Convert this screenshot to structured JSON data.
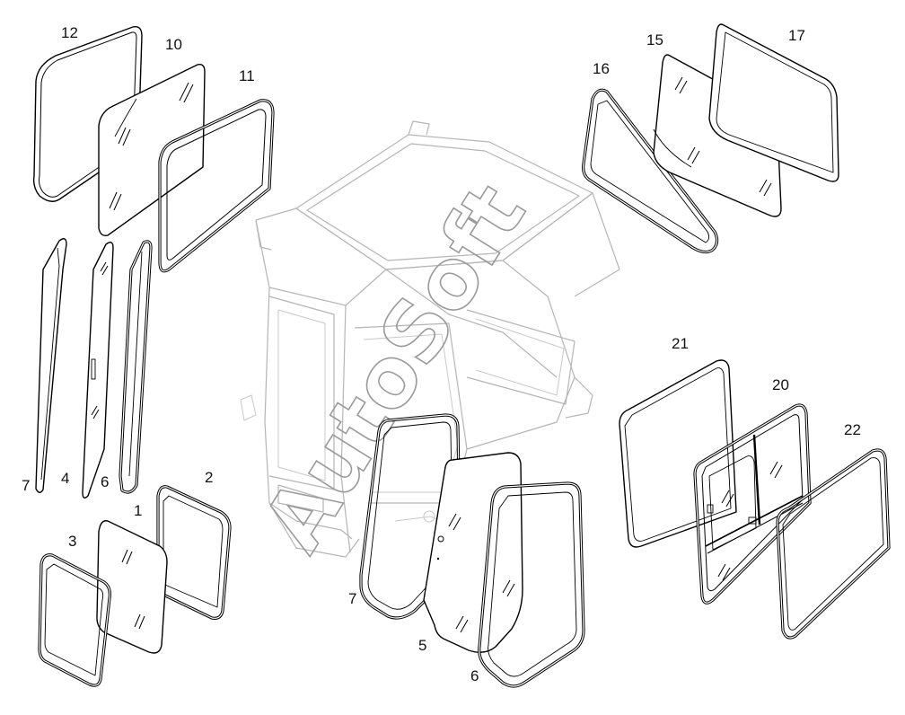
{
  "watermark": "AutoSoft",
  "top_mark": "",
  "callouts": [
    {
      "id": "c12",
      "text": "12"
    },
    {
      "id": "c10",
      "text": "10"
    },
    {
      "id": "c11",
      "text": "11"
    },
    {
      "id": "c16",
      "text": "16"
    },
    {
      "id": "c15",
      "text": "15"
    },
    {
      "id": "c17",
      "text": "17"
    },
    {
      "id": "c7a",
      "text": "7"
    },
    {
      "id": "c4",
      "text": "4"
    },
    {
      "id": "c6a",
      "text": "6"
    },
    {
      "id": "c2",
      "text": "2"
    },
    {
      "id": "c1",
      "text": "1"
    },
    {
      "id": "c3",
      "text": "3"
    },
    {
      "id": "c21",
      "text": "21"
    },
    {
      "id": "c20",
      "text": "20"
    },
    {
      "id": "c22",
      "text": "22"
    },
    {
      "id": "c7b",
      "text": "7"
    },
    {
      "id": "c5",
      "text": "5"
    },
    {
      "id": "c6b",
      "text": "6"
    }
  ]
}
